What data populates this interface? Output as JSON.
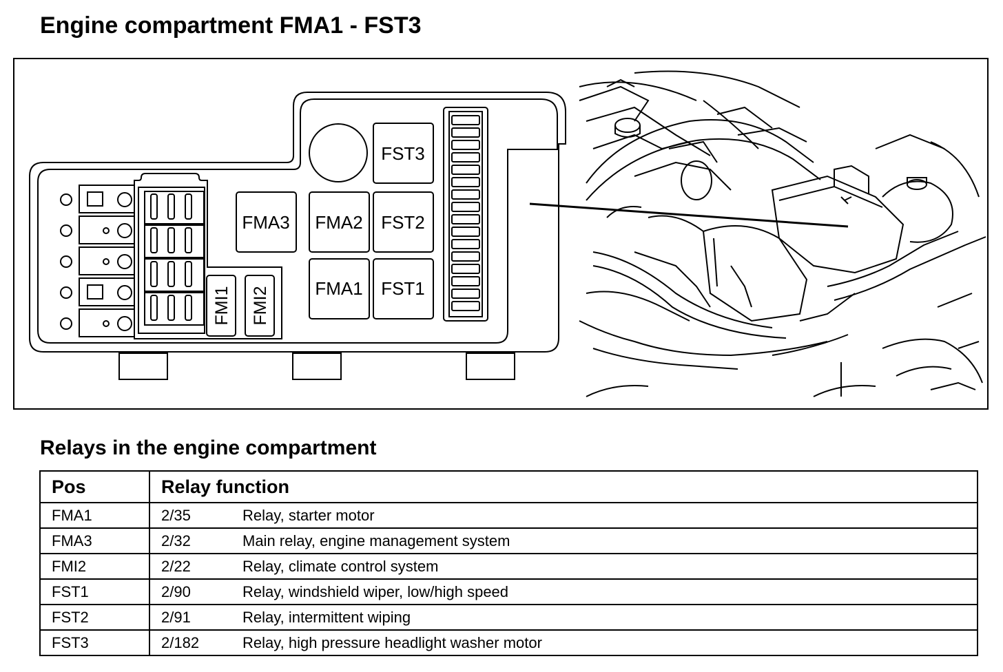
{
  "page": {
    "title": "Engine compartment FMA1 - FST3"
  },
  "diagram": {
    "relays": [
      {
        "id": "FMA3",
        "label": "FMA3"
      },
      {
        "id": "FMA2",
        "label": "FMA2"
      },
      {
        "id": "FMA1",
        "label": "FMA1"
      },
      {
        "id": "FST3",
        "label": "FST3"
      },
      {
        "id": "FST2",
        "label": "FST2"
      },
      {
        "id": "FST1",
        "label": "FST1"
      },
      {
        "id": "FMI1",
        "label": "FMI1"
      },
      {
        "id": "FMI2",
        "label": "FMI2"
      }
    ]
  },
  "table": {
    "title": "Relays in the engine compartment",
    "headers": {
      "pos": "Pos",
      "function": "Relay function"
    },
    "rows": [
      {
        "pos": "FMA1",
        "code": "2/35",
        "function": "Relay, starter motor"
      },
      {
        "pos": "FMA3",
        "code": "2/32",
        "function": "Main relay, engine management system"
      },
      {
        "pos": "FMI2",
        "code": "2/22",
        "function": "Relay, climate control system"
      },
      {
        "pos": "FST1",
        "code": "2/90",
        "function": "Relay, windshield wiper, low/high speed"
      },
      {
        "pos": "FST2",
        "code": "2/91",
        "function": "Relay, intermittent wiping"
      },
      {
        "pos": "FST3",
        "code": "2/182",
        "function": "Relay, high pressure headlight washer motor"
      }
    ]
  }
}
